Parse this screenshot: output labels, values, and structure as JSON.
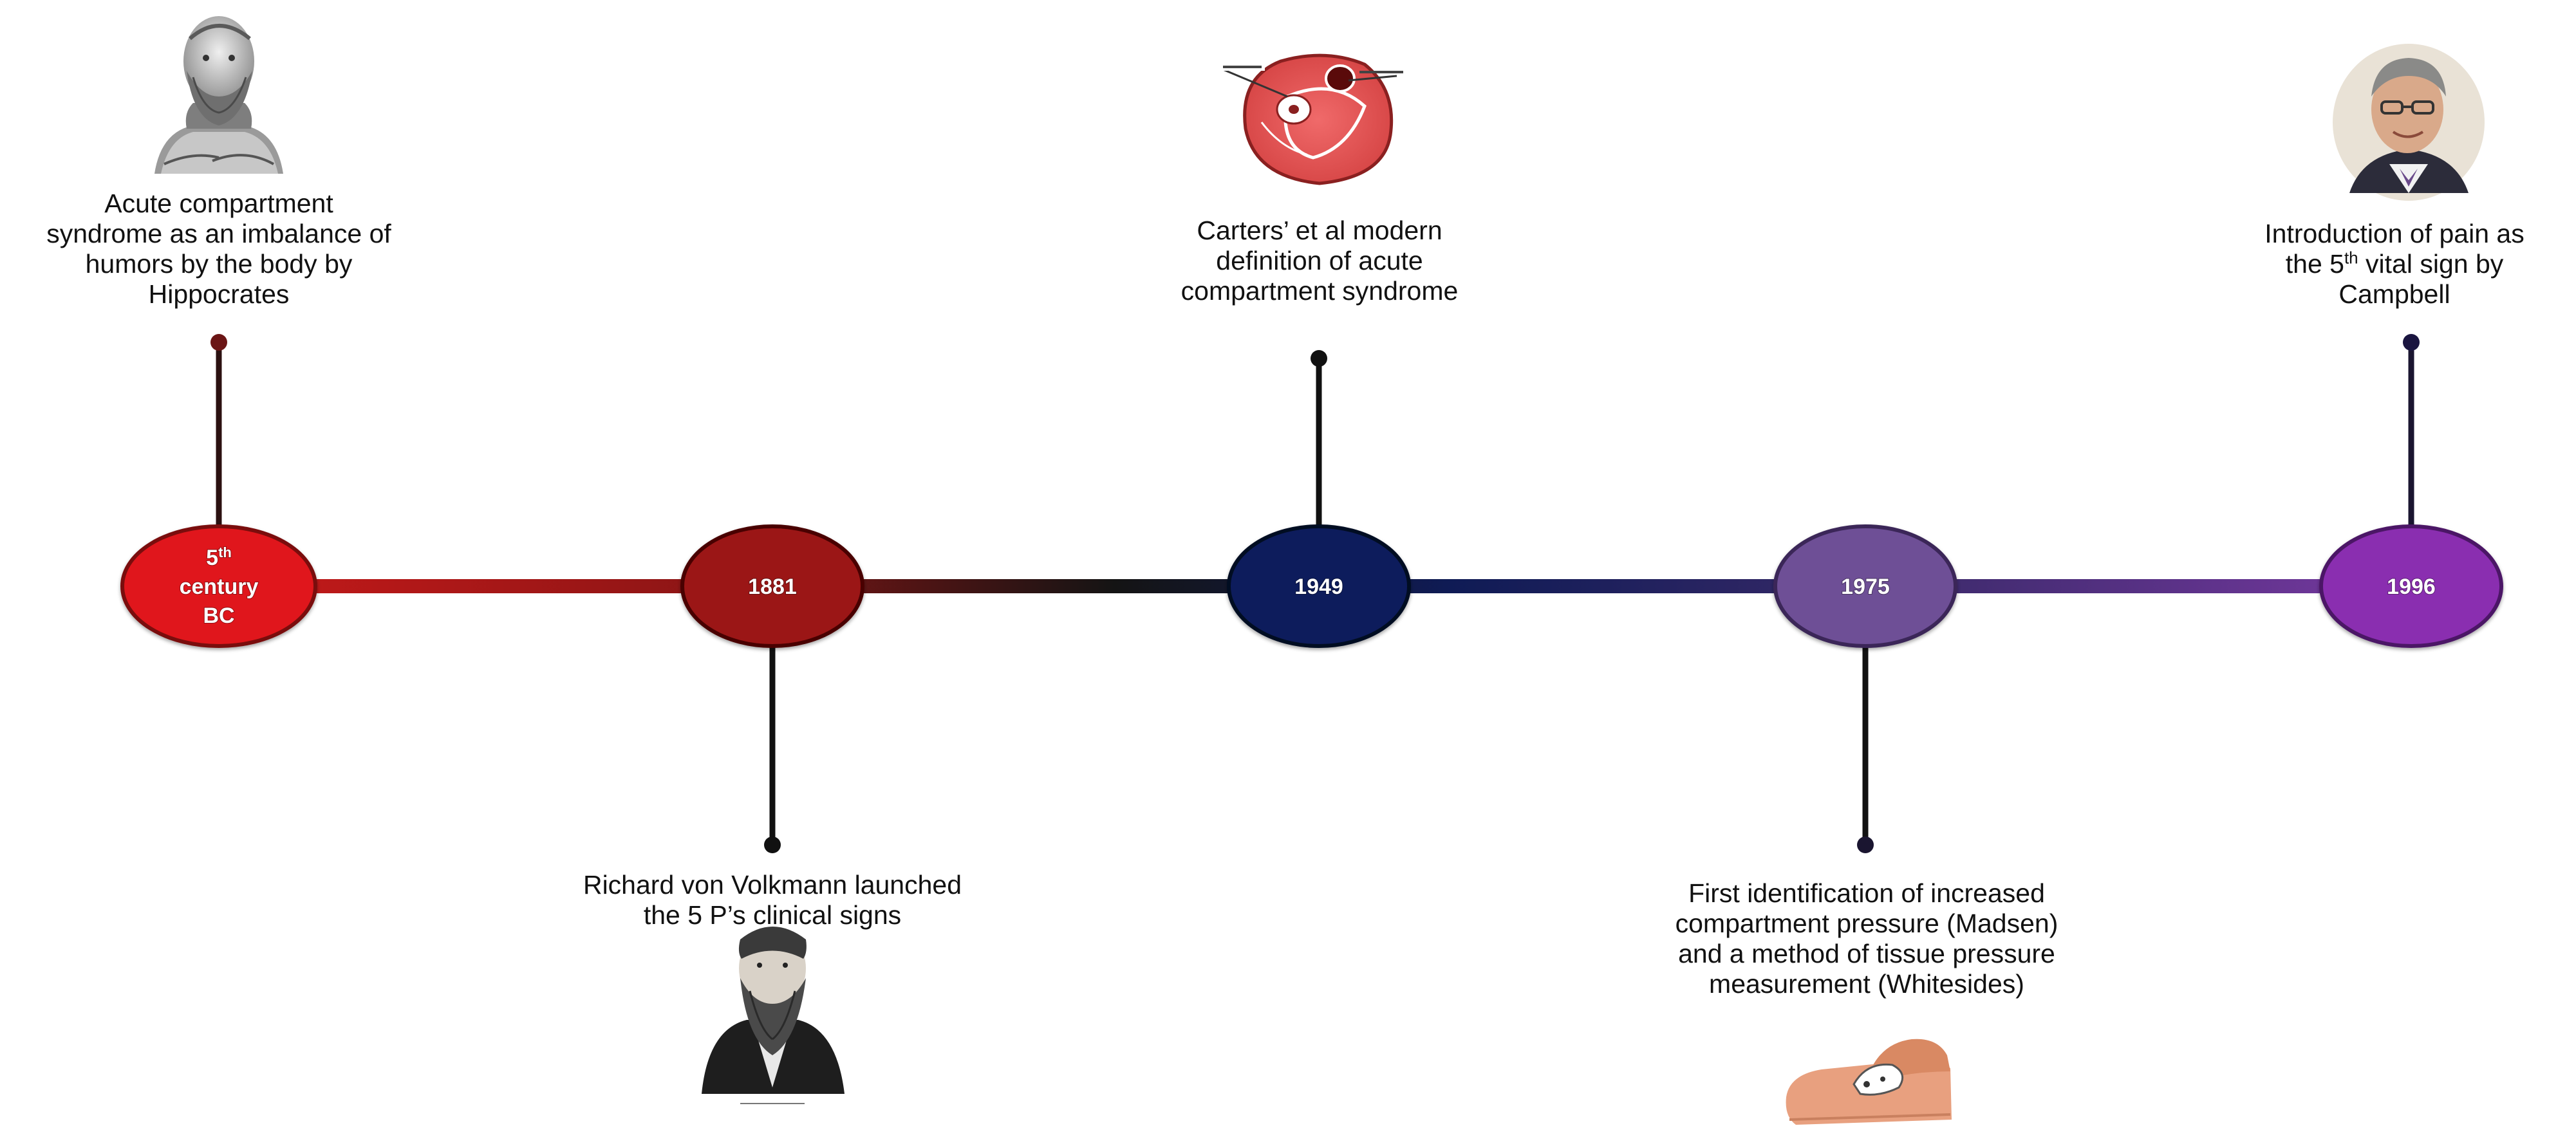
{
  "events": [
    {
      "date_line1_num": "5",
      "date_line1_sup": "th",
      "date_line2": "century",
      "date_line3": "BC",
      "caption_line1": "Acute compartment",
      "caption_line2": "syndrome as an imbalance of",
      "caption_line3": "humors by the body by",
      "caption_line4": "Hippocrates",
      "node_color": "#e0191b",
      "image": "hippocrates-bust"
    },
    {
      "date": "1881",
      "caption_line1": "Richard von Volkmann launched",
      "caption_line2": "the 5 P’s clinical signs",
      "node_color": "#9b1414",
      "image": "volkmann-engraving"
    },
    {
      "date": "1949",
      "caption_line1": "Carters’ et al modern",
      "caption_line2": "definition of acute",
      "caption_line3": "compartment syndrome",
      "node_color": "#0f1c5c",
      "image": "leg-cross-section"
    },
    {
      "date": "1975",
      "caption_line1": "First identification of increased",
      "caption_line2": "compartment pressure (Madsen)",
      "caption_line3": "and a method of tissue pressure",
      "caption_line4": "measurement  (Whitesides)",
      "node_color": "#6e4f96",
      "image": "pressure-measurement-hand"
    },
    {
      "date": "1996",
      "caption_line1": "Introduction of pain as",
      "caption_line2_pre": "the 5",
      "caption_line2_sup": "th",
      "caption_line2_post": " vital sign by",
      "caption_line3": "Campbell",
      "node_color": "#8a2fb0",
      "image": "campbell-portrait"
    }
  ],
  "colors": {
    "line_start": "#c81a1a",
    "line_mid": "#151515",
    "line_end": "#7d3aa6",
    "connector": "#111111"
  }
}
